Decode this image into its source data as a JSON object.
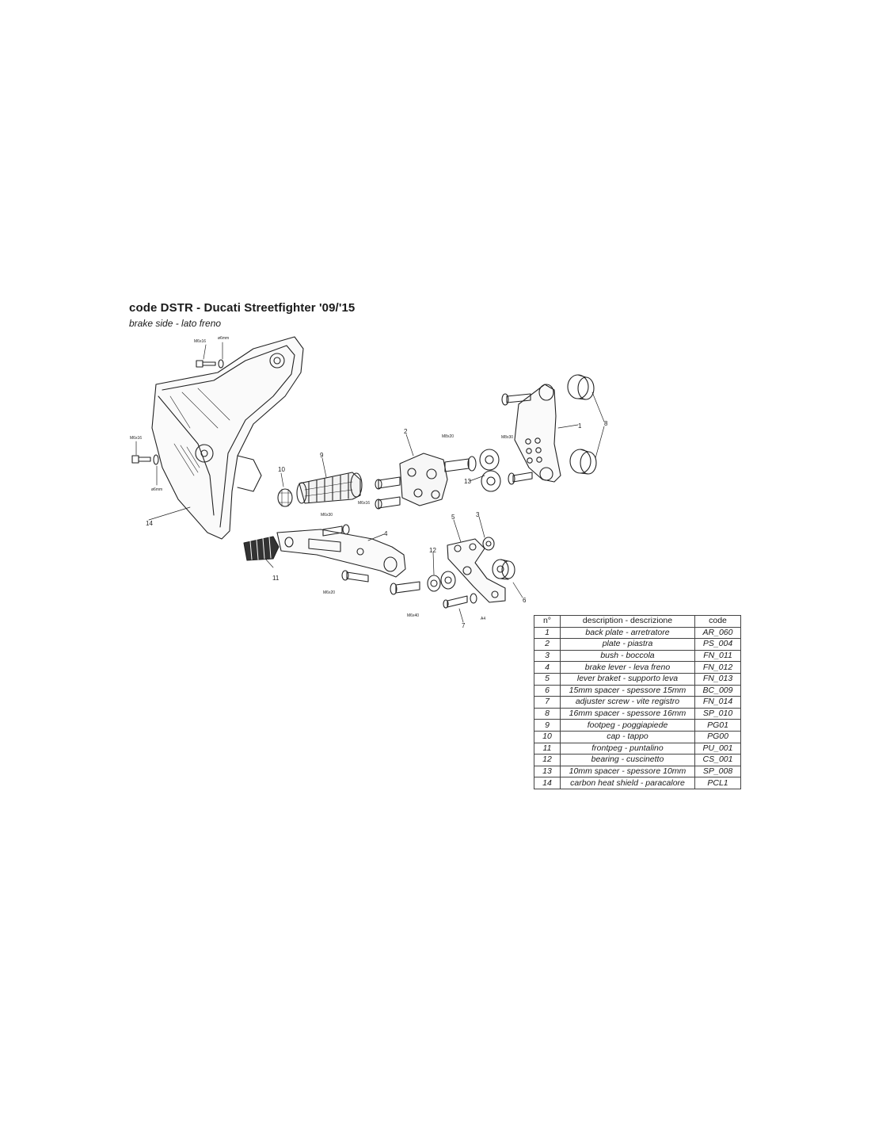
{
  "header": {
    "title": "code DSTR - Ducati Streetfighter '09/'15",
    "subtitle": "brake side - lato freno"
  },
  "diagram": {
    "callouts": [
      "1",
      "2",
      "3",
      "4",
      "5",
      "6",
      "7",
      "8",
      "9",
      "10",
      "11",
      "12",
      "13",
      "14"
    ],
    "bolt_labels": [
      "M6x16",
      "ø6mm",
      "M6x16",
      "ø6mm",
      "M8x20",
      "M8x30",
      "M6x16",
      "M6x30",
      "M6x20",
      "M6x40",
      "A4"
    ]
  },
  "parts_table": {
    "headers": [
      "n°",
      "description - descrizione",
      "code"
    ],
    "rows": [
      {
        "n": "1",
        "description": "back plate - arretratore",
        "code": "AR_060"
      },
      {
        "n": "2",
        "description": "plate - piastra",
        "code": "PS_004"
      },
      {
        "n": "3",
        "description": "bush - boccola",
        "code": "FN_011"
      },
      {
        "n": "4",
        "description": "brake lever - leva freno",
        "code": "FN_012"
      },
      {
        "n": "5",
        "description": "lever braket - supporto leva",
        "code": "FN_013"
      },
      {
        "n": "6",
        "description": "15mm spacer - spessore 15mm",
        "code": "BC_009"
      },
      {
        "n": "7",
        "description": "adjuster screw - vite registro",
        "code": "FN_014"
      },
      {
        "n": "8",
        "description": "16mm spacer - spessore 16mm",
        "code": "SP_010"
      },
      {
        "n": "9",
        "description": "footpeg - poggiapiede",
        "code": "PG01"
      },
      {
        "n": "10",
        "description": "cap - tappo",
        "code": "PG00"
      },
      {
        "n": "11",
        "description": "frontpeg - puntalino",
        "code": "PU_001"
      },
      {
        "n": "12",
        "description": "bearing - cuscinetto",
        "code": "CS_001"
      },
      {
        "n": "13",
        "description": "10mm spacer - spessore 10mm",
        "code": "SP_008"
      },
      {
        "n": "14",
        "description": "carbon heat shield - paracalore",
        "code": "PCL1"
      }
    ]
  }
}
